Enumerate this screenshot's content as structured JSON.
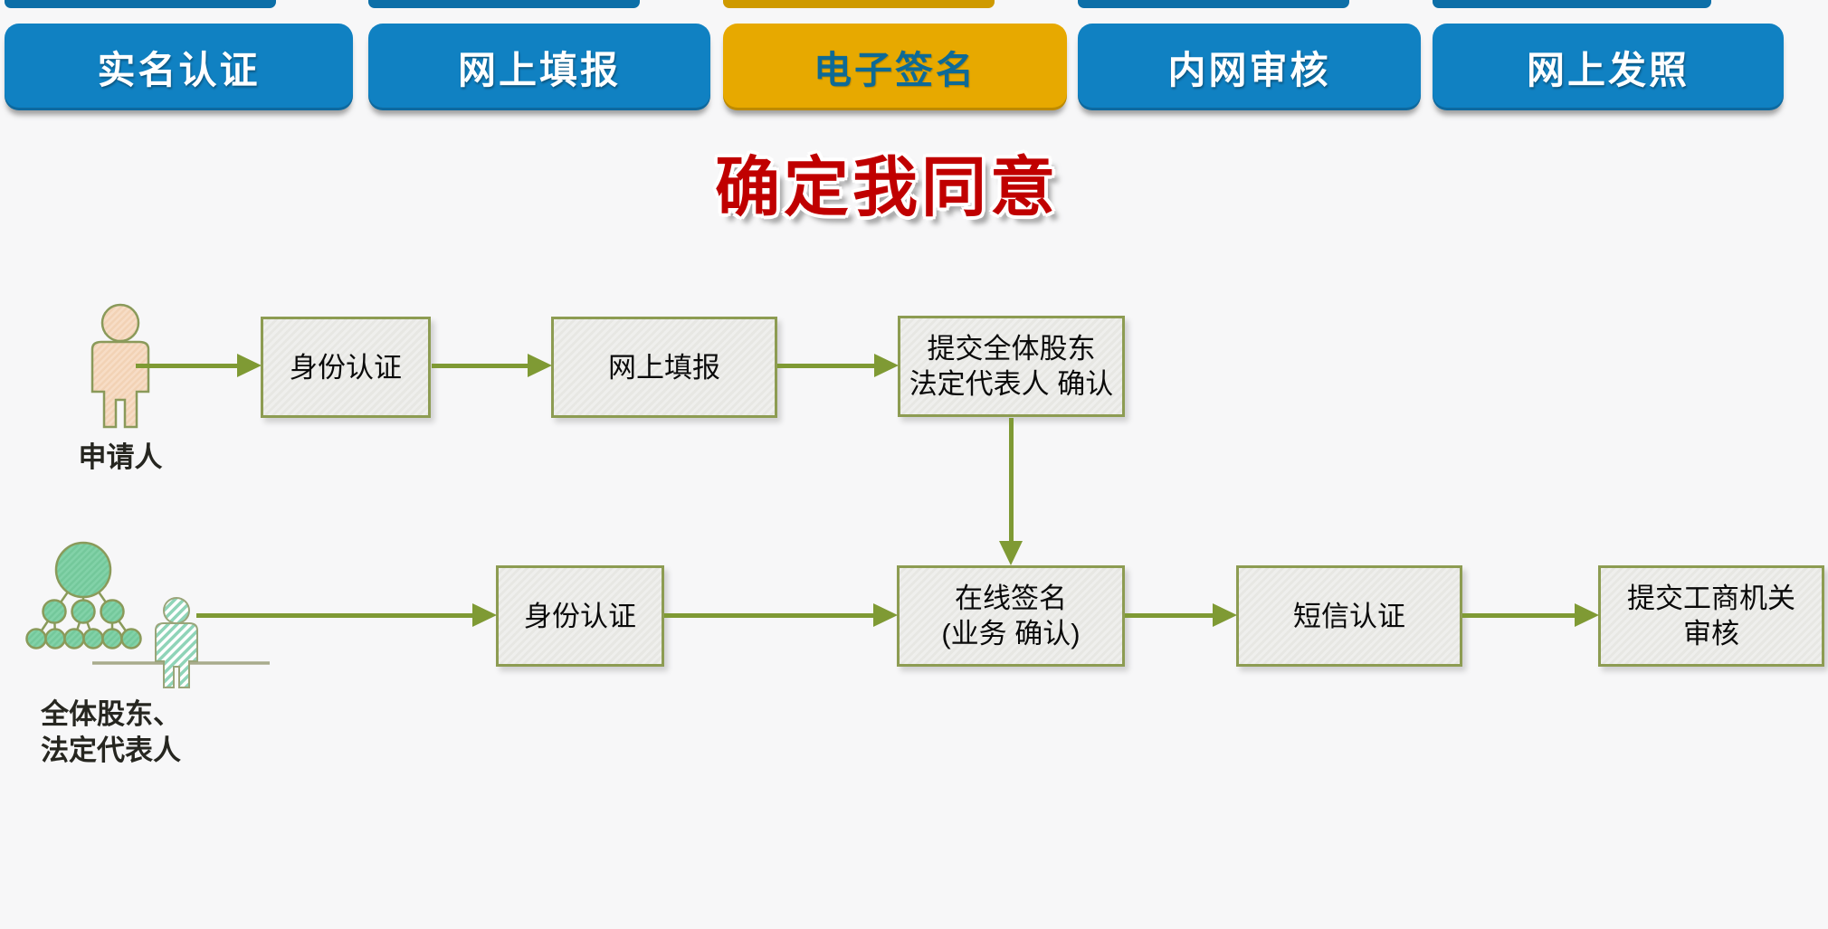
{
  "page": {
    "background": "#f7f7f8"
  },
  "theme": {
    "tab_blue": "#1081c2",
    "tab_yellow": "#e7a900",
    "tab_text": "#ffffff",
    "tab_active_text": "#0e6a96",
    "banner_red": "#c00000",
    "arrow_green": "#7f9a34",
    "box_border": "#8d9c52",
    "box_fill": "#ececea",
    "person_fill": "#f6dcc4",
    "group_fill": "#7ed0a4",
    "icon_stroke": "#8a9a5a"
  },
  "tabs": [
    {
      "label": "实名认证",
      "active": false
    },
    {
      "label": "网上填报",
      "active": false
    },
    {
      "label": "电子签名",
      "active": true
    },
    {
      "label": "内网审核",
      "active": false
    },
    {
      "label": "网上发照",
      "active": false
    }
  ],
  "banner": {
    "text": "确定我同意"
  },
  "flow": {
    "actors": {
      "applicant": {
        "label": "申请人",
        "icon": "person-icon"
      },
      "shareholders": {
        "line1": "全体股东、",
        "line2": "法定代表人",
        "icon": "org-group-icon"
      }
    },
    "boxes": {
      "identity_auth_top": {
        "line1": "身份认证"
      },
      "online_filing": {
        "line1": "网上填报"
      },
      "submit_confirm": {
        "line1": "提交全体股东",
        "line2": "法定代表人 确认"
      },
      "identity_auth_bottom": {
        "line1": "身份认证"
      },
      "online_sign": {
        "line1": "在线签名",
        "line2": "(业务 确认)"
      },
      "sms_auth": {
        "line1": "短信认证"
      },
      "submit_review": {
        "line1": "提交工商机关",
        "line2": "审核"
      }
    }
  }
}
